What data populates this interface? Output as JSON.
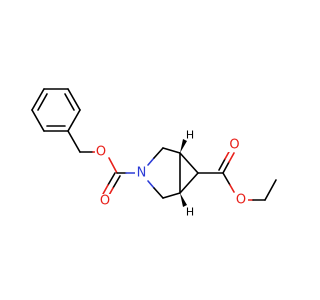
{
  "molecule": {
    "atoms": {
      "nitrogen": "N",
      "oxygen_carbonyl_left": "O",
      "oxygen_ester_left": "O",
      "oxygen_carbonyl_right": "O",
      "oxygen_ester_right": "O",
      "stereo_h_top": "H",
      "stereo_h_bottom": "H"
    },
    "colors": {
      "carbon_bond": "#000000",
      "oxygen": "#e8201a",
      "nitrogen": "#2c3cd6",
      "background": "#ffffff"
    }
  }
}
